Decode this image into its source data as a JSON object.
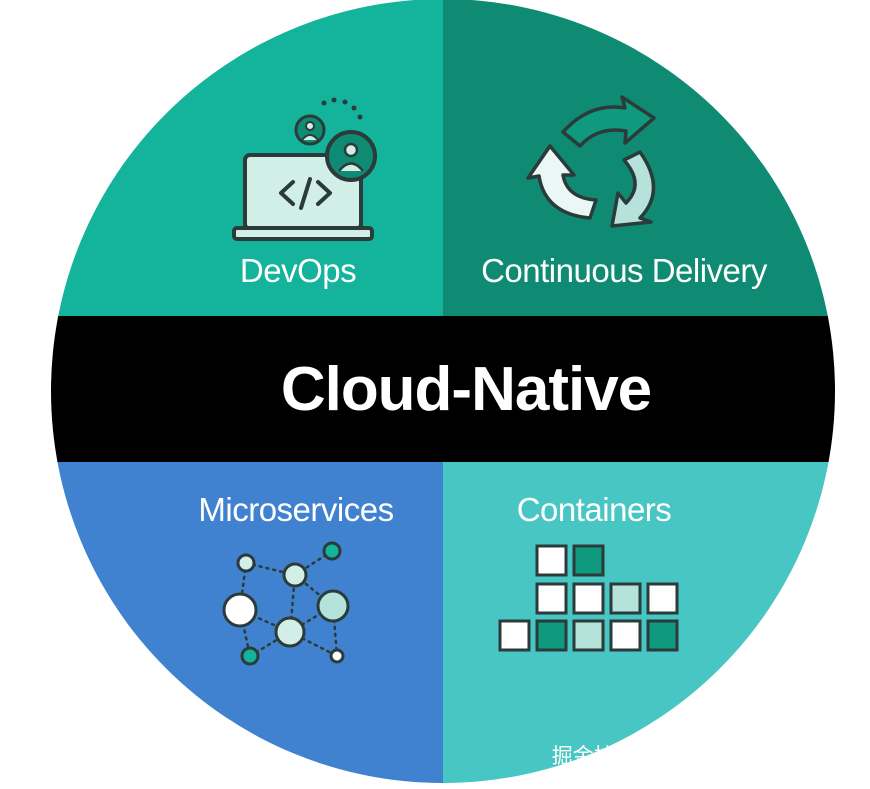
{
  "diagram": {
    "center_title": "Cloud-Native",
    "quadrants": [
      {
        "label": "DevOps",
        "color": "#14b39b",
        "icon": "laptop-code-users-icon"
      },
      {
        "label": "Continuous Delivery",
        "color": "#0f8b74",
        "icon": "cycle-arrows-icon"
      },
      {
        "label": "Microservices",
        "color": "#4082cf",
        "icon": "network-nodes-icon"
      },
      {
        "label": "Containers",
        "color": "#47c6c4",
        "icon": "container-blocks-icon"
      }
    ],
    "band_color": "#000000"
  },
  "watermark": "掘金技术社区 @ 笑话_random"
}
